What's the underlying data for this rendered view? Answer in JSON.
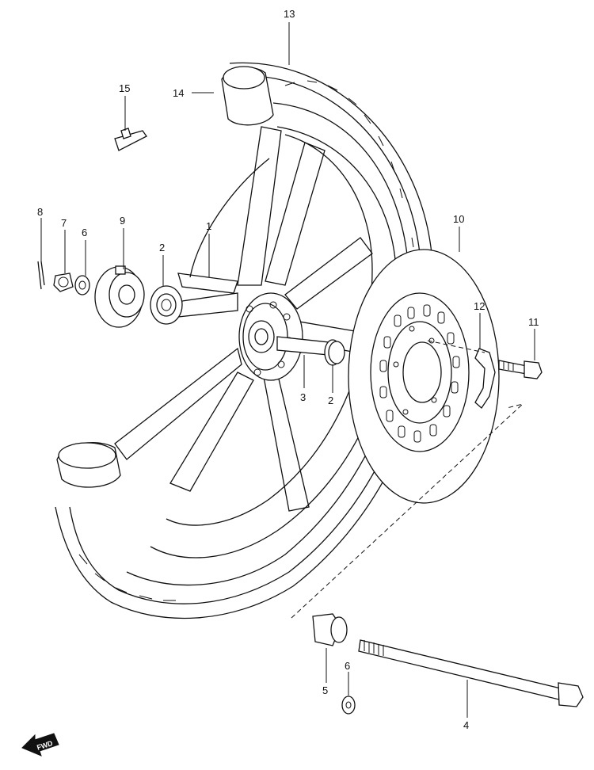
{
  "callouts": [
    {
      "id": "1",
      "text": "1"
    },
    {
      "id": "2a",
      "text": "2"
    },
    {
      "id": "2b",
      "text": "2"
    },
    {
      "id": "3",
      "text": "3"
    },
    {
      "id": "4",
      "text": "4"
    },
    {
      "id": "5",
      "text": "5"
    },
    {
      "id": "6a",
      "text": "6"
    },
    {
      "id": "6b",
      "text": "6"
    },
    {
      "id": "7",
      "text": "7"
    },
    {
      "id": "8",
      "text": "8"
    },
    {
      "id": "9",
      "text": "9"
    },
    {
      "id": "10",
      "text": "10"
    },
    {
      "id": "11",
      "text": "11"
    },
    {
      "id": "12",
      "text": "12"
    },
    {
      "id": "13",
      "text": "13"
    },
    {
      "id": "14",
      "text": "14"
    },
    {
      "id": "15",
      "text": "15"
    }
  ],
  "fwd_badge": {
    "text": "FWD"
  },
  "colors": {
    "line": "#111111",
    "background": "#ffffff"
  }
}
